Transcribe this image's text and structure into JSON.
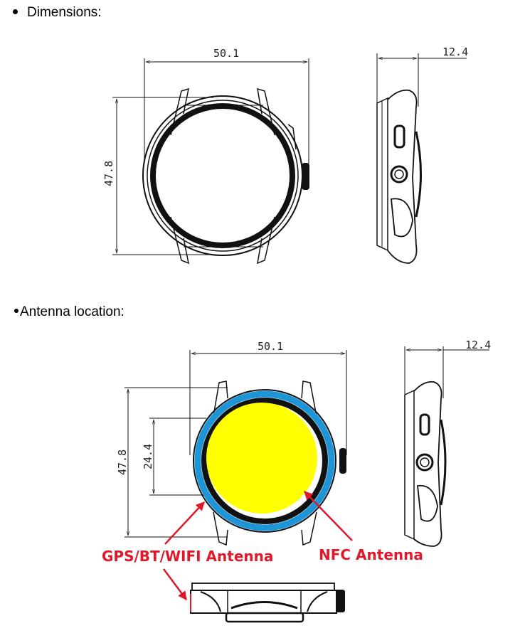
{
  "sections": [
    {
      "heading": "Dimensions:",
      "front_view": {
        "width_dim": "50.1",
        "height_dim": "47.8"
      },
      "side_view": {
        "thickness_dim": "12.4"
      }
    },
    {
      "heading": "Antenna location:",
      "front_view": {
        "width_dim": "50.1",
        "height_dim": "47.8",
        "nfc_dim": "24.4"
      },
      "side_view": {
        "thickness_dim": "12.4"
      },
      "labels": {
        "gps_bt_wifi": "GPS/BT/WIFI Antenna",
        "nfc": "NFC Antenna"
      },
      "colors": {
        "gps_ring": "#1e95d6",
        "nfc_area": "#ffff00",
        "label": "#e0192a"
      }
    }
  ]
}
